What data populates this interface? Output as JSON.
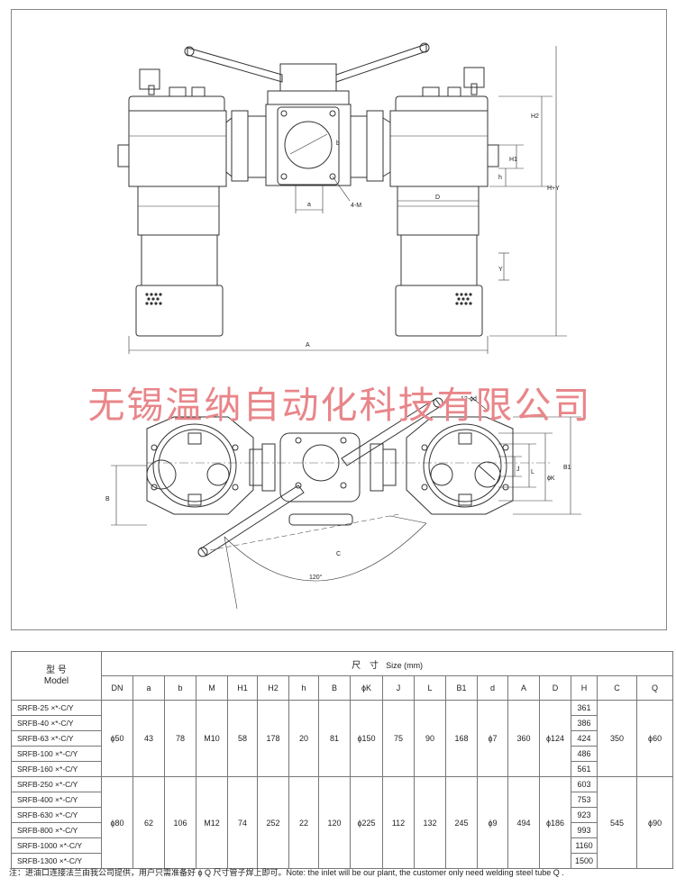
{
  "watermark": "无锡温纳自动化科技有限公司",
  "drawing_labels": {
    "H2": "H2",
    "HY": "H+Y",
    "H1": "H1",
    "h": "h",
    "a": "a",
    "M4": "4-M",
    "D": "D",
    "Y": "Y",
    "A": "A",
    "d12": "12-ϕd",
    "phiK": "ϕK",
    "L": "L",
    "J": "J",
    "B1": "B1",
    "B": "B",
    "C": "C",
    "angle": "120°",
    "b": "b"
  },
  "table": {
    "model_header": "型 号",
    "model_header_en": "Model",
    "size_header": "尺　寸",
    "size_header_en": "Size (mm)",
    "columns": [
      "DN",
      "a",
      "b",
      "M",
      "H1",
      "H2",
      "h",
      "B",
      "ϕK",
      "J",
      "L",
      "B1",
      "d",
      "A",
      "D",
      "H",
      "C",
      "Q"
    ],
    "groups": [
      {
        "models": [
          "SRFB-25 ×*-C/Y",
          "SRFB-40 ×*-C/Y",
          "SRFB-63 ×*-C/Y",
          "SRFB-100 ×*-C/Y",
          "SRFB-160 ×*-C/Y"
        ],
        "common": [
          "ϕ50",
          "43",
          "78",
          "M10",
          "58",
          "178",
          "20",
          "81",
          "ϕ150",
          "75",
          "90",
          "168",
          "ϕ7",
          "360",
          "ϕ124"
        ],
        "H": [
          "361",
          "386",
          "424",
          "486",
          "561"
        ],
        "C": "350",
        "Q": "ϕ60"
      },
      {
        "models": [
          "SRFB-250 ×*-C/Y",
          "SRFB-400 ×*-C/Y",
          "SRFB-630 ×*-C/Y",
          "SRFB-800 ×*-C/Y",
          "SRFB-1000 ×*-C/Y",
          "SRFB-1300 ×*-C/Y"
        ],
        "common": [
          "ϕ80",
          "62",
          "106",
          "M12",
          "74",
          "252",
          "22",
          "120",
          "ϕ225",
          "112",
          "132",
          "245",
          "ϕ9",
          "494",
          "ϕ186"
        ],
        "H": [
          "603",
          "753",
          "923",
          "993",
          "1160",
          "1500"
        ],
        "C": "545",
        "Q": "ϕ90"
      }
    ]
  },
  "note": "注：进油口连接法兰由我公司提供，用户只需准备好 ϕ Q 尺寸管子焊上即可。Note: the inlet will be our plant, the customer only need welding steel tube Q ."
}
